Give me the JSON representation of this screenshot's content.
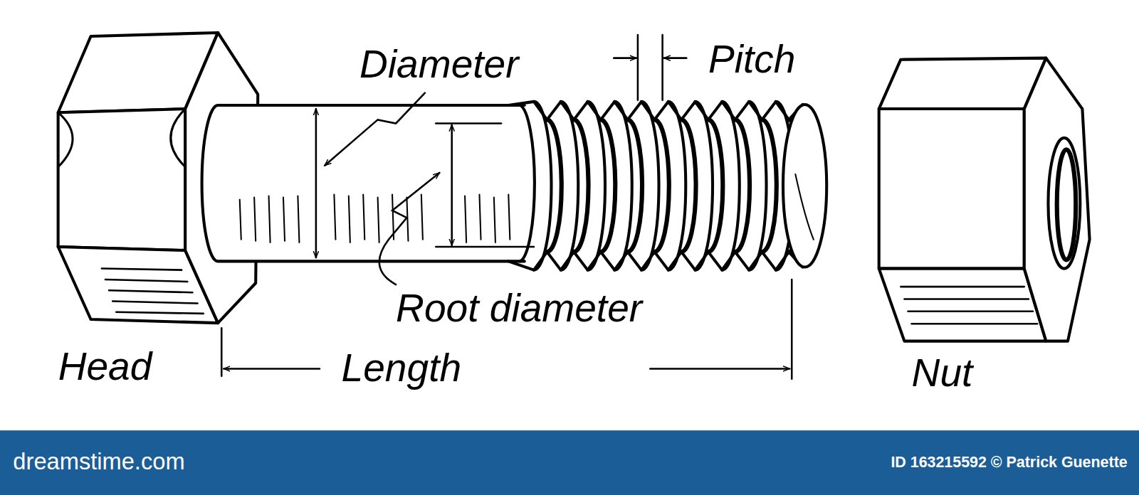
{
  "diagram": {
    "labels": [
      "Diameter",
      "Pitch",
      "Root diameter",
      "Head",
      "Length",
      "Nut",
      "dreamstime.com",
      "ID 163215592 © Patrick Guenette"
    ]
  }
}
